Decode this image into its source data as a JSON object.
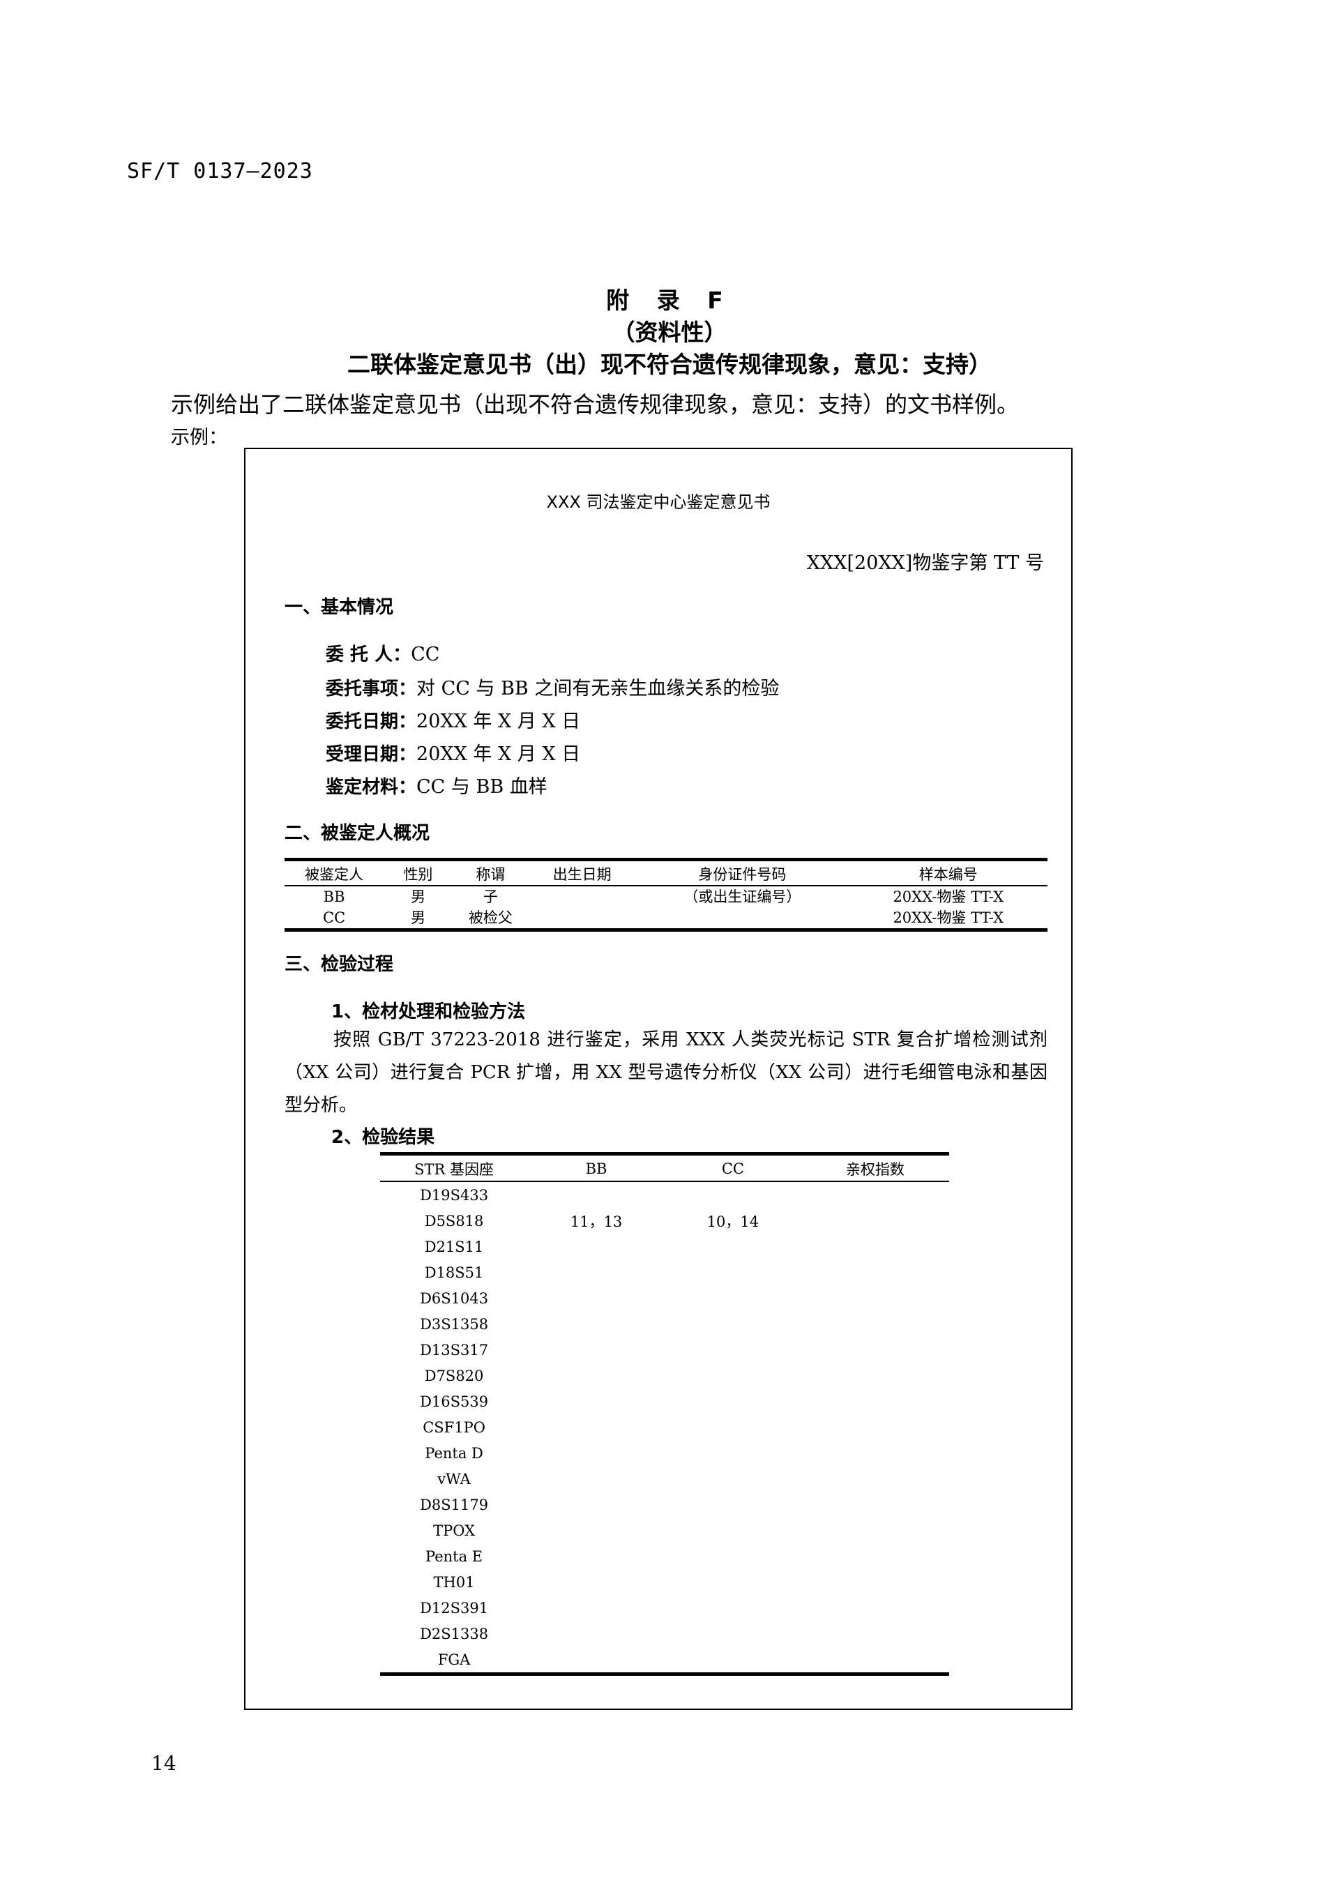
{
  "header": {
    "std_code": "SF/T 0137—2023"
  },
  "appendix": {
    "title": "附 录 F",
    "subtitle": "（资料性）",
    "heading": "二联体鉴定意见书（出）现不符合遗传规律现象，意见：支持）",
    "intro": "示例给出了二联体鉴定意见书（出现不符合遗传规律现象，意见：支持）的文书样例。",
    "example_label": "示例："
  },
  "doc": {
    "title": "XXX 司法鉴定中心鉴定意见书",
    "number": "XXX[20XX]物鉴字第 TT 号",
    "section1": "一、基本情况",
    "basic": [
      {
        "label": "委 托 人：",
        "value": "CC"
      },
      {
        "label": "委托事项：",
        "value": "对 CC 与 BB 之间有无亲生血缘关系的检验"
      },
      {
        "label": "委托日期：",
        "value": "20XX 年 X 月 X 日"
      },
      {
        "label": "受理日期：",
        "value": "20XX 年 X 月 X 日"
      },
      {
        "label": "鉴定材料：",
        "value": "CC 与 BB 血样"
      }
    ],
    "section2": "二、被鉴定人概况",
    "persons_headers": [
      "被鉴定人",
      "性别",
      "称谓",
      "出生日期",
      "身份证件号码",
      "样本编号"
    ],
    "persons_rows": [
      [
        "BB",
        "男",
        "子",
        "",
        "（或出生证编号）",
        "20XX-物鉴 TT-X"
      ],
      [
        "CC",
        "男",
        "被检父",
        "",
        "",
        "20XX-物鉴 TT-X"
      ]
    ],
    "section3": "三、检验过程",
    "sub1": "1、检材处理和检验方法",
    "method_text": "按照 GB/T 37223-2018 进行鉴定，采用 XXX 人类荧光标记 STR 复合扩增检测试剂（XX 公司）进行复合 PCR 扩增，用 XX 型号遗传分析仪（XX 公司）进行毛细管电泳和基因型分析。",
    "sub2": "2、检验结果",
    "results_headers": [
      "STR 基因座",
      "BB",
      "CC",
      "亲权指数"
    ],
    "results_rows": [
      [
        "D19S433",
        "",
        "",
        ""
      ],
      [
        "D5S818",
        "11，13",
        "10，14",
        ""
      ],
      [
        "D21S11",
        "",
        "",
        ""
      ],
      [
        "D18S51",
        "",
        "",
        ""
      ],
      [
        "D6S1043",
        "",
        "",
        ""
      ],
      [
        "D3S1358",
        "",
        "",
        ""
      ],
      [
        "D13S317",
        "",
        "",
        ""
      ],
      [
        "D7S820",
        "",
        "",
        ""
      ],
      [
        "D16S539",
        "",
        "",
        ""
      ],
      [
        "CSF1PO",
        "",
        "",
        ""
      ],
      [
        "Penta D",
        "",
        "",
        ""
      ],
      [
        "vWA",
        "",
        "",
        ""
      ],
      [
        "D8S1179",
        "",
        "",
        ""
      ],
      [
        "TPOX",
        "",
        "",
        ""
      ],
      [
        "Penta E",
        "",
        "",
        ""
      ],
      [
        "TH01",
        "",
        "",
        ""
      ],
      [
        "D12S391",
        "",
        "",
        ""
      ],
      [
        "D2S1338",
        "",
        "",
        ""
      ],
      [
        "FGA",
        "",
        "",
        ""
      ]
    ]
  },
  "footer": {
    "page_number": "14"
  }
}
